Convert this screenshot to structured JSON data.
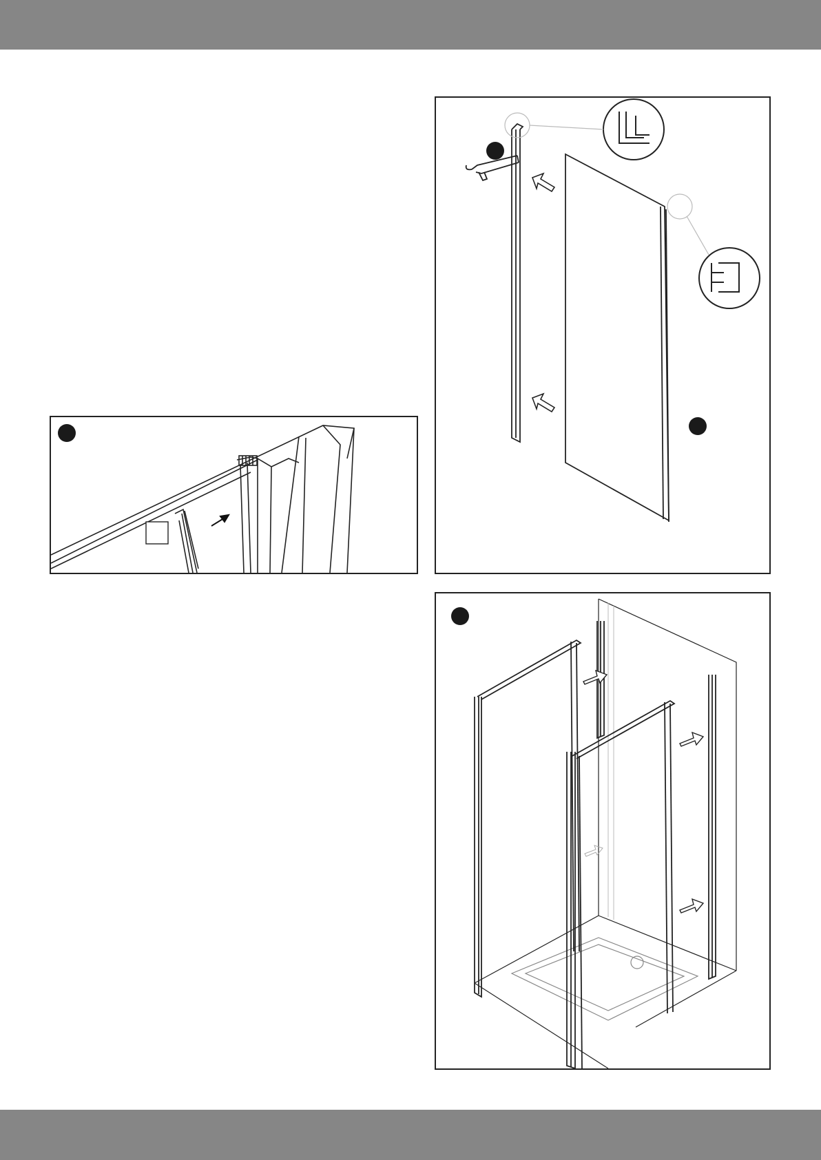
{
  "page": {
    "header_band_color": "#868686",
    "footer_band_color": "#868686",
    "line_color": "#222222"
  },
  "panels": [
    {
      "id": "seal-detail",
      "markers": [
        "step-marker"
      ]
    },
    {
      "id": "wall-profile",
      "markers": [
        "step-marker",
        "step-marker"
      ]
    },
    {
      "id": "enclosure",
      "markers": [
        "step-marker"
      ]
    }
  ]
}
